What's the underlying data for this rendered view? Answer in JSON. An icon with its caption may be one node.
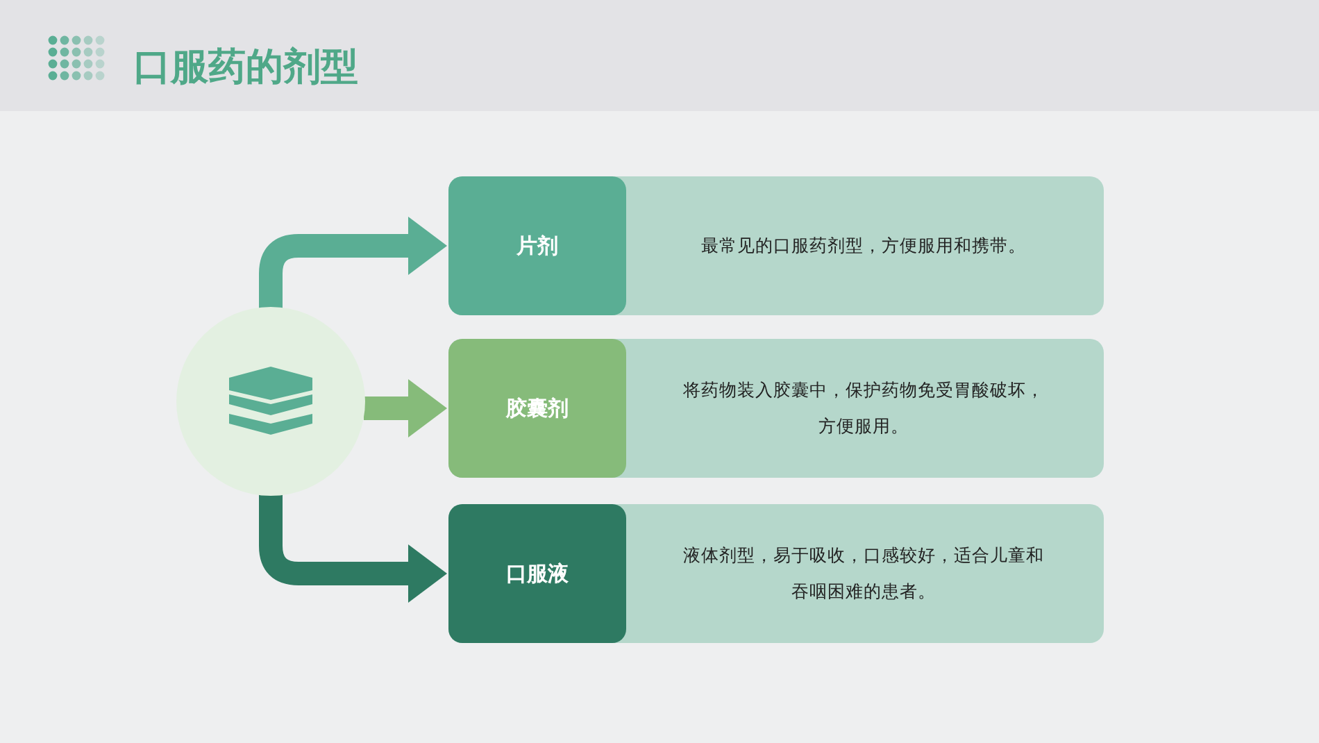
{
  "diagram": {
    "title": "口服药的剂型",
    "nodes": [
      {
        "text": [],
        "shape": "circle"
      },
      {
        "text": [
          "最常见的口服药剂型，方便服用和携带。"
        ]
      },
      {
        "text": [
          "片剂"
        ],
        "in": 1
      },
      {
        "text": [
          "将药物装入胶囊中，保护药物免受胃酸破坏，方便服用。"
        ]
      },
      {
        "text": [
          "胶囊剂"
        ],
        "in": 3
      },
      {
        "text": [
          "液体剂型，易于吸收，口感较好，适合儿童和吞咽困难的患者。"
        ]
      },
      {
        "text": [
          "口服液"
        ],
        "in": 5
      }
    ],
    "edges": [
      {
        "from": 0,
        "to": 2,
        "arrow": "to",
        "color": "#5aae94"
      },
      {
        "from": 0,
        "to": 4,
        "arrow": "to",
        "color": "#86bb7a"
      },
      {
        "from": 0,
        "to": 6,
        "arrow": "to",
        "color": "#2e7a62"
      }
    ]
  }
}
